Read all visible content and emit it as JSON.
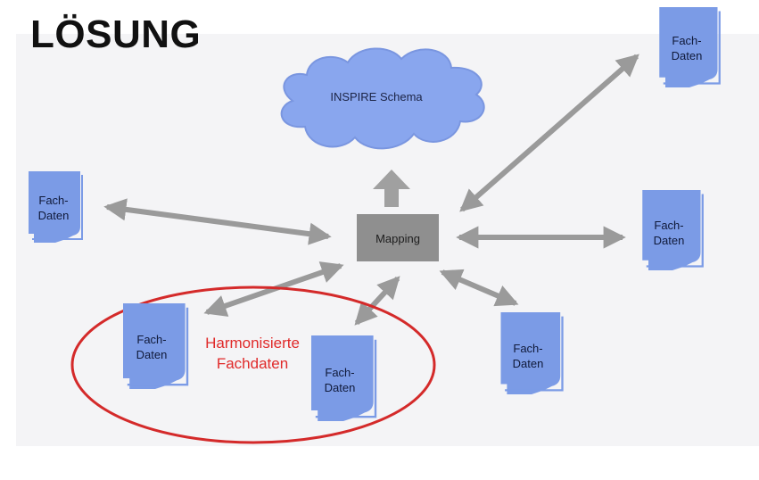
{
  "slide": {
    "title": "LÖSUNG"
  },
  "diagram": {
    "cloud_label": "INSPIRE Schema",
    "mapping_label": "Mapping",
    "doc_label_line1": "Fach-",
    "doc_label_line2": "Daten",
    "harmonized_line1": "Harmonisierte",
    "harmonized_line2": "Fachdaten",
    "colors": {
      "doc_fill": "#7b9be6",
      "cloud_fill": "#89a6ee",
      "mapping_fill": "#8f8f8f",
      "arrow": "#9a9a9a",
      "ellipse": "#d42a2a",
      "harmonized_text": "#e02a2a",
      "background": "#f4f4f6"
    }
  }
}
